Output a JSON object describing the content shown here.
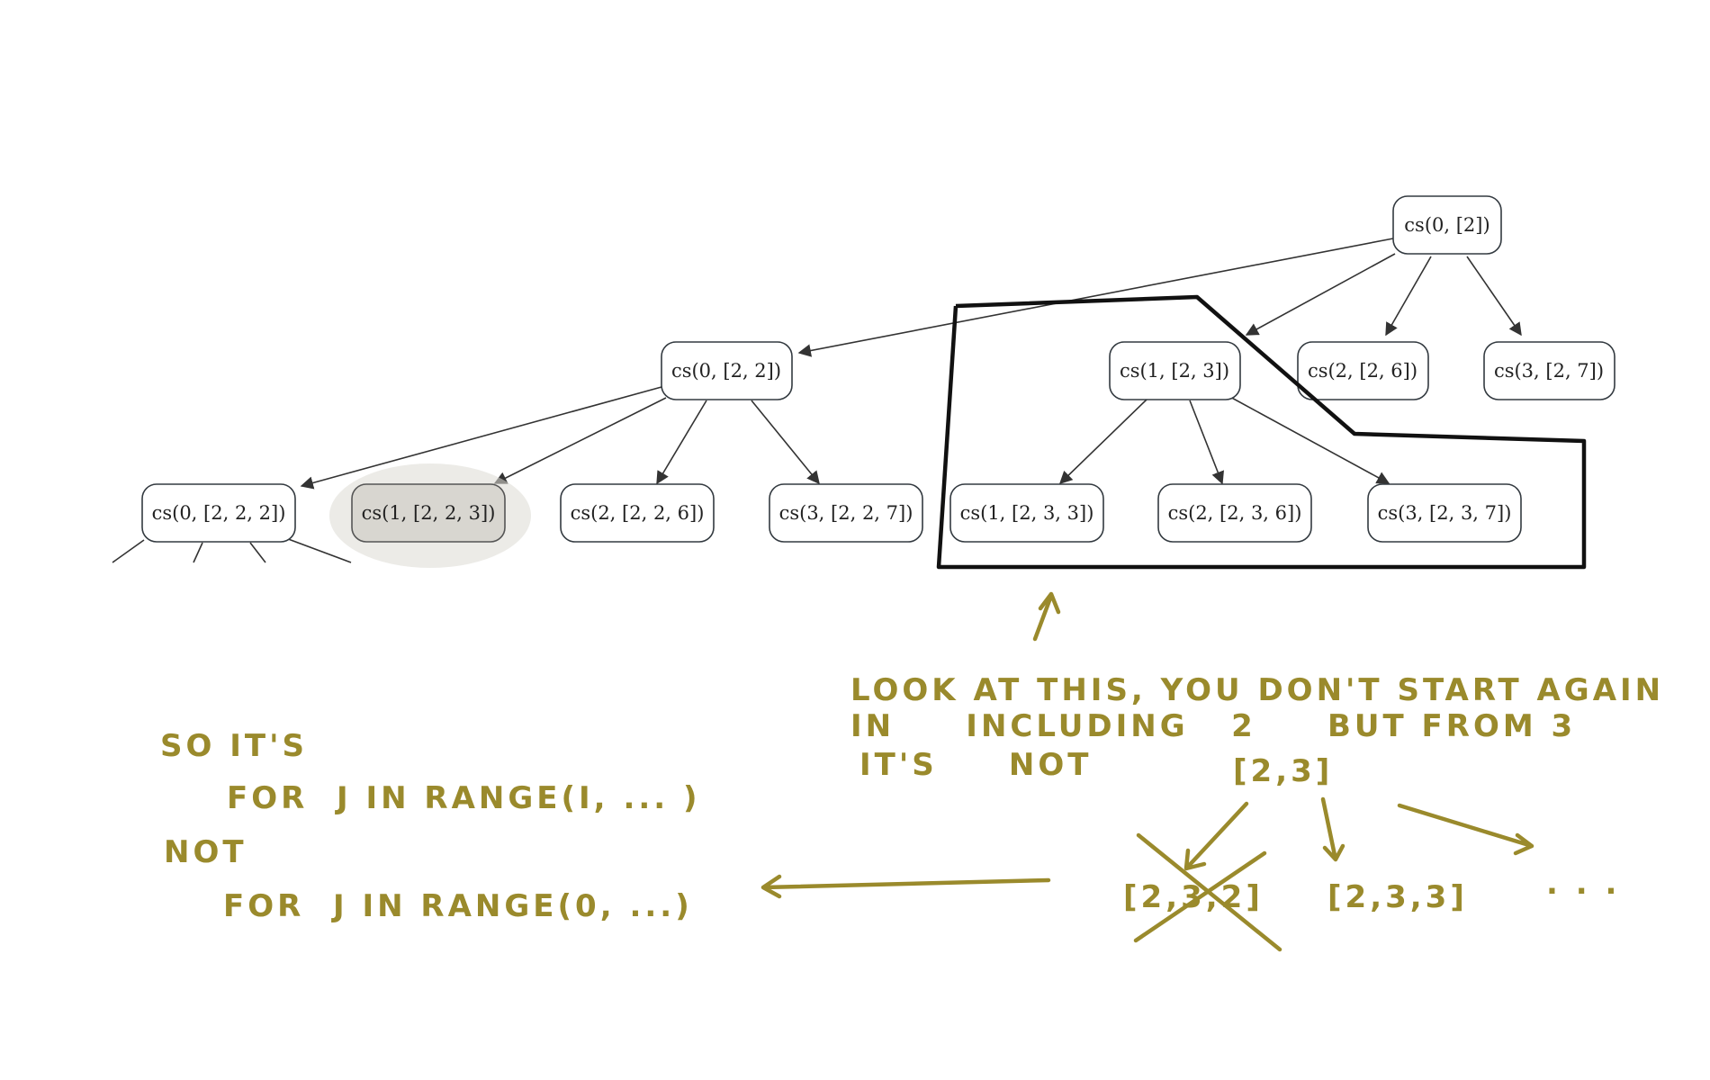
{
  "colors": {
    "annotation": "#9a8a2c",
    "node_border": "#333a40",
    "highlight_box": "#111111",
    "shaded_node": "#d8d6d0"
  },
  "nodes": {
    "root": "cs(0, [2])",
    "l1_0": "cs(0, [2, 2])",
    "l1_1": "cs(1, [2, 3])",
    "l1_2": "cs(2, [2, 6])",
    "l1_3": "cs(3, [2, 7])",
    "l2_0": "cs(0, [2, 2, 2])",
    "l2_1": "cs(1, [2, 2, 3])",
    "l2_2": "cs(2, [2, 2, 6])",
    "l2_3": "cs(3, [2, 2, 7])",
    "l2_4": "cs(1, [2, 3, 3])",
    "l2_5": "cs(2, [2, 3, 6])",
    "l2_6": "cs(3, [2, 3, 7])"
  },
  "annotations": {
    "look_line1": "LOOK AT THIS, YOU DON'T START AGAIN",
    "look_line2": "IN     INCLUDING   2     BUT FROM 3",
    "look_line3": "IT'S     NOT",
    "so_its": "SO IT'S",
    "for_i": "FOR  J IN RANGE(I, ... )",
    "not": "NOT",
    "for_0": "FOR  J IN RANGE(0, ...)",
    "sub_root": "[2,3]",
    "sub_crossed": "[2,3,2]",
    "sub_mid": "[2,3,3]",
    "sub_more": ". . ."
  }
}
